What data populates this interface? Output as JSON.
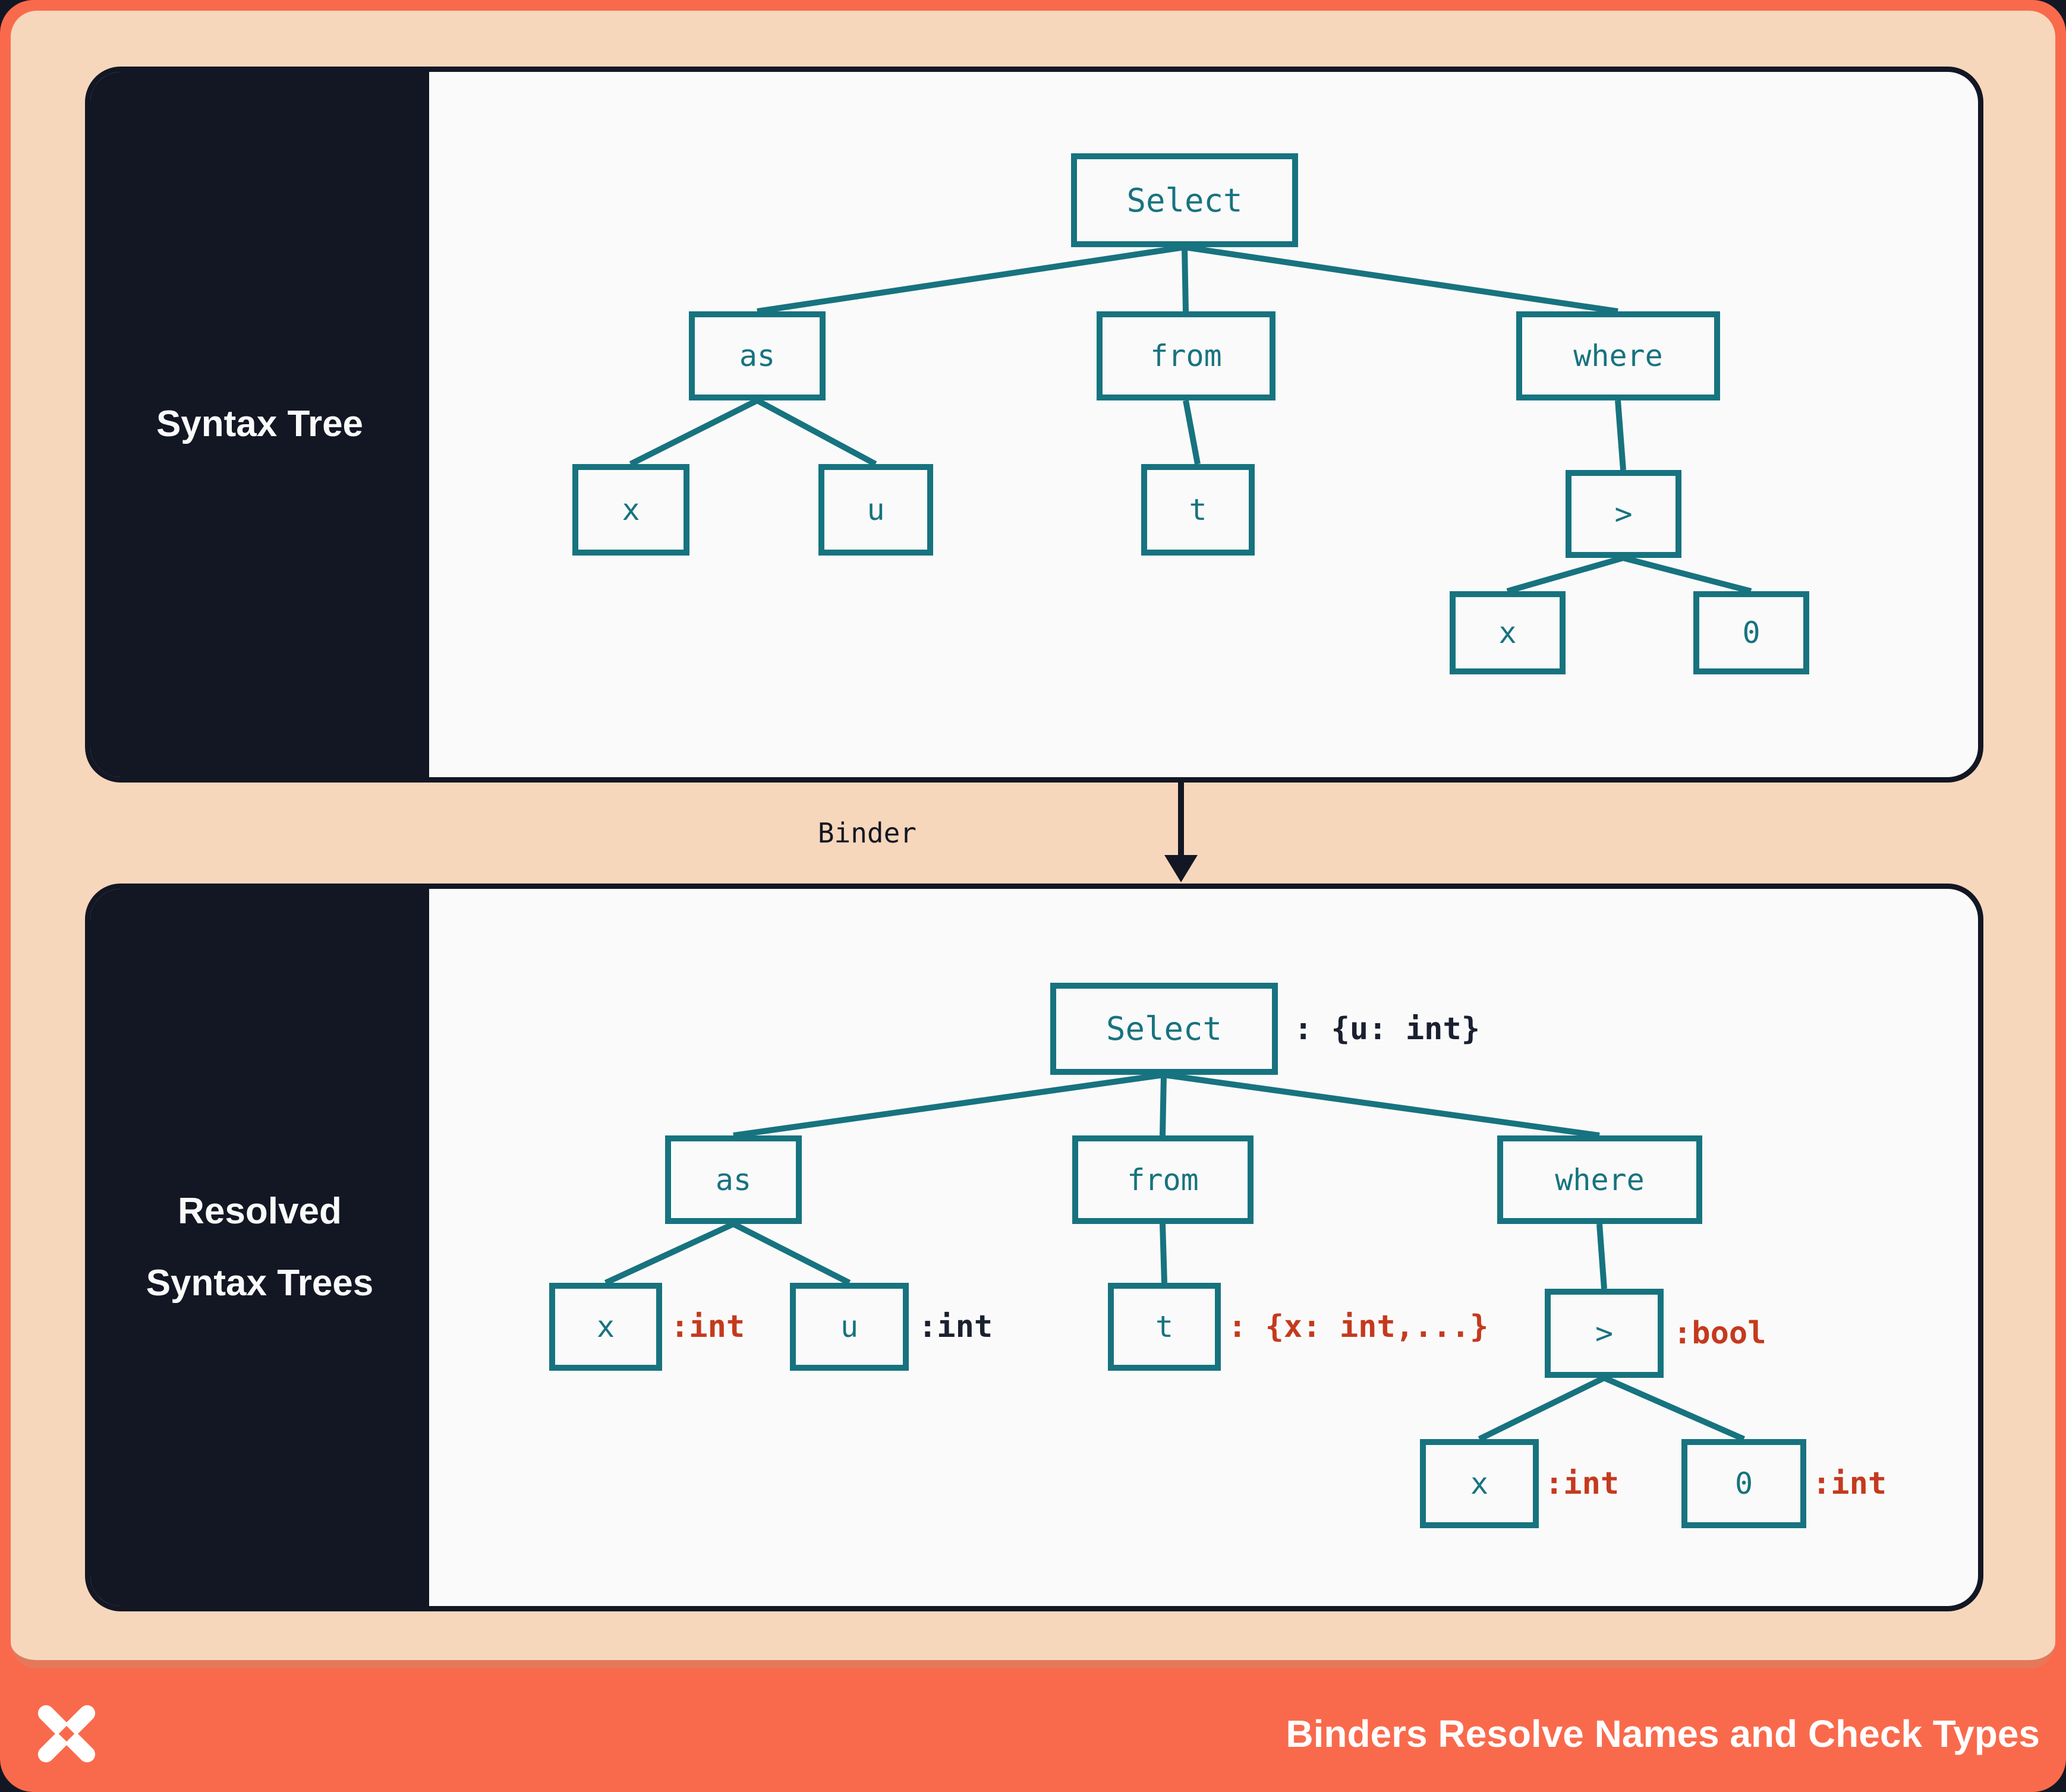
{
  "top_panel": {
    "label": "Syntax Tree",
    "nodes": {
      "select": "Select",
      "as": "as",
      "from": "from",
      "where": "where",
      "x": "x",
      "u": "u",
      "t": "t",
      "gt": ">",
      "where_x": "x",
      "where_zero": "0"
    }
  },
  "binder": {
    "label": "Binder"
  },
  "bottom_panel": {
    "label_line1": "Resolved",
    "label_line2": "Syntax Trees",
    "nodes": {
      "select": "Select",
      "as": "as",
      "from": "from",
      "where": "where",
      "x": "x",
      "u": "u",
      "t": "t",
      "gt": ">",
      "where_x": "x",
      "where_zero": "0"
    },
    "types": {
      "select": ": {u: int}",
      "x": ":int",
      "u": ":int",
      "t": ": {x: int,...}",
      "gt": ":bool",
      "where_x": ":int",
      "where_zero": ":int"
    }
  },
  "footer": {
    "title": "Binders Resolve Names and Check Types",
    "logo_icon": "pinwheel-x-logo"
  },
  "colors": {
    "accent_teal": "#17737f",
    "annotation_red": "#c43a1e",
    "navy": "#131724",
    "frame_orange": "#f96a4c",
    "peach": "#f7d7bc",
    "panel_bg": "#fafafa"
  }
}
